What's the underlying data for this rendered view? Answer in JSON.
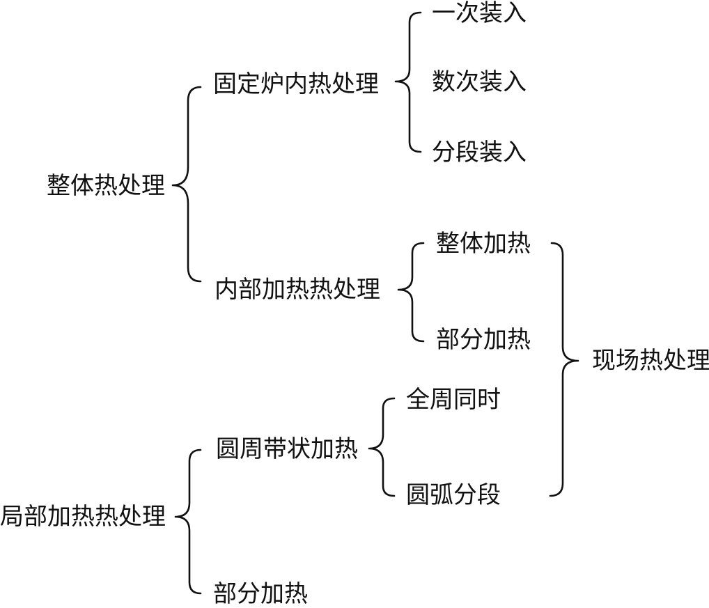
{
  "nodes": {
    "whole": "整体热处理",
    "fixed_furnace": "固定炉内热处理",
    "once_load": "一次装入",
    "multiple_load": "数次装入",
    "section_load": "分段装入",
    "internal_heating": "内部加热热处理",
    "whole_heating": "整体加热",
    "partial_heating_a": "部分加热",
    "onsite": "现场热处理",
    "local": "局部加热热处理",
    "circumferential": "圆周带状加热",
    "full_circle": "全周同时",
    "arc_section": "圆弧分段",
    "partial_heating_b": "部分加热"
  },
  "style": {
    "line_color": "#111111",
    "text_color": "#111111",
    "background": "#ffffff"
  }
}
